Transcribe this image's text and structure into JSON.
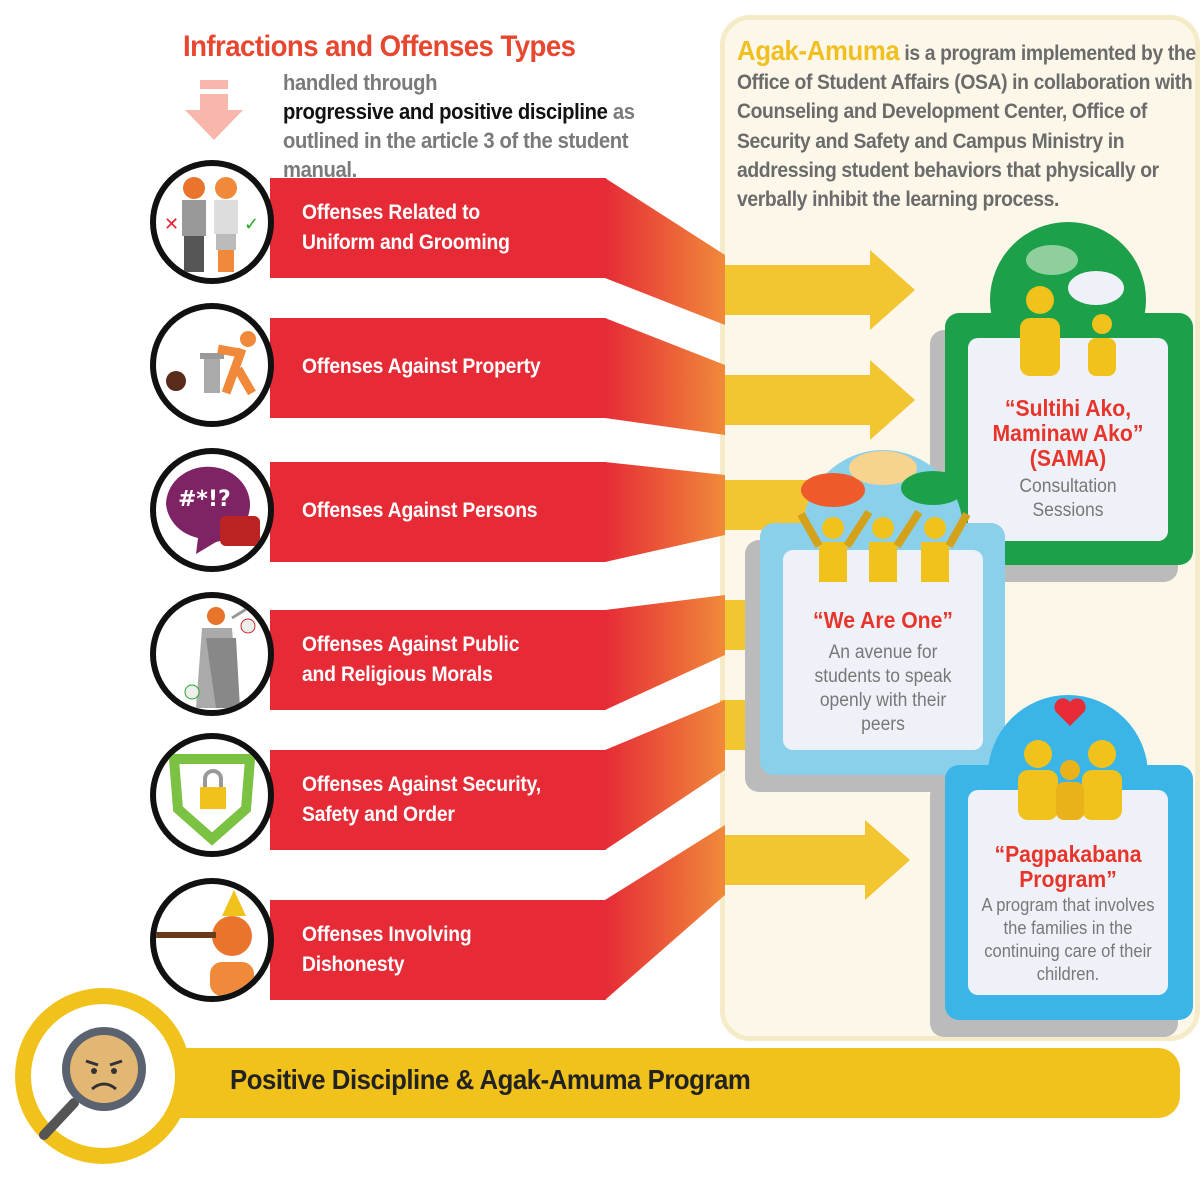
{
  "header": {
    "title": "Infractions and Offenses Types",
    "subtitle_parts": [
      "handled through ",
      "progressive and positive discipline",
      " as outlined in the article 3 of the student manual."
    ]
  },
  "intro": {
    "brand": "Agak-Amuma",
    "text": " is a program implemented by the Office of Student Affairs (OSA) in collaboration with Counseling and Development Center, Office of Security and Safety and Campus Ministry in addressing student behaviors that physically or verbally inhibit the learning process."
  },
  "offenses": [
    {
      "label": "Offenses Related to Uniform and Grooming",
      "icon": "uniform-students-icon"
    },
    {
      "label": "Offenses Against Property",
      "icon": "vandalism-icon"
    },
    {
      "label": "Offenses Against Persons",
      "icon": "verbal-abuse-fist-icon"
    },
    {
      "label": "Offenses Against Public and Religious Morals",
      "icon": "lady-justice-icon"
    },
    {
      "label": "Offenses Against Security, Safety and Order",
      "icon": "broken-shield-lock-icon"
    },
    {
      "label": "Offenses Involving Dishonesty",
      "icon": "pinocchio-icon"
    }
  ],
  "programs": {
    "sama": {
      "title": "“Sultihi Ako, Maminaw Ako” (SAMA)",
      "desc": "Consultation Sessions"
    },
    "we_are_one": {
      "title": "“We Are One”",
      "desc": "An avenue for students to speak openly with their peers"
    },
    "pagpakabana": {
      "title": "“Pagpakabana Program”",
      "desc": "A program that involves the families in the continuing care of their children."
    }
  },
  "banner": {
    "text": "Positive Discipline & Agak-Amuma Program"
  },
  "colors": {
    "red": "#e62b36",
    "yellow": "#f1c21b",
    "green": "#1ca04a",
    "light_blue": "#8ad0ea",
    "blue": "#3bb5e8",
    "title_red": "#e8472f"
  }
}
